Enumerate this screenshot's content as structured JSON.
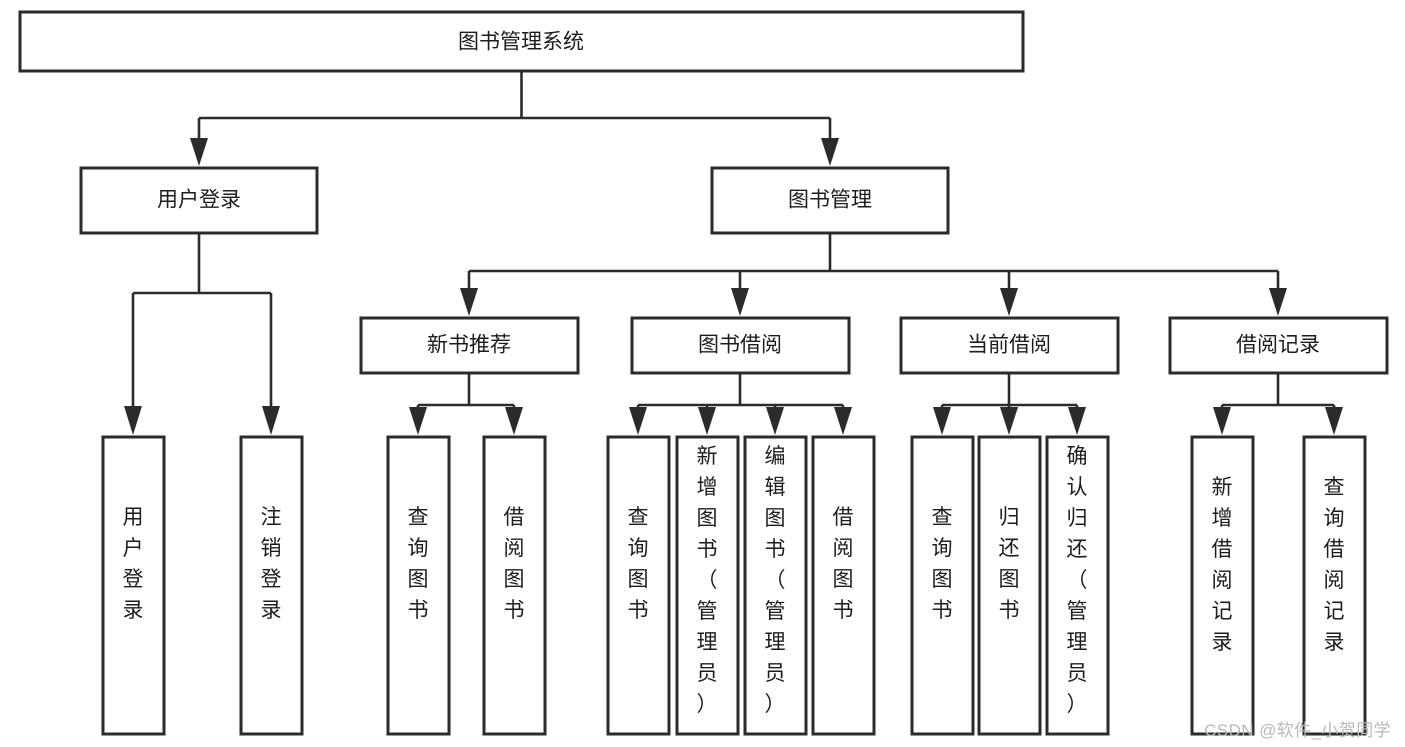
{
  "diagram": {
    "type": "tree",
    "title": "图书管理系统",
    "watermark": "CSDN @软件_小贺同学",
    "orientation": "top-down",
    "root": {
      "id": "root",
      "label": "图书管理系统",
      "level": 0
    },
    "level2": [
      {
        "id": "user-login",
        "label": "用户登录",
        "level": 1
      },
      {
        "id": "book-manage",
        "label": "图书管理",
        "level": 1
      }
    ],
    "level3": [
      {
        "id": "new-book-rec",
        "label": "新书推荐",
        "level": 2,
        "parent": "book-manage"
      },
      {
        "id": "book-borrow",
        "label": "图书借阅",
        "level": 2,
        "parent": "book-manage"
      },
      {
        "id": "current-borrow",
        "label": "当前借阅",
        "level": 2,
        "parent": "book-manage"
      },
      {
        "id": "borrow-record",
        "label": "借阅记录",
        "level": 2,
        "parent": "book-manage"
      }
    ],
    "leaves": [
      {
        "id": "leaf-user-login",
        "label": "用户登录",
        "parent": "user-login"
      },
      {
        "id": "leaf-user-logout",
        "label": "注销登录",
        "parent": "user-login"
      },
      {
        "id": "leaf-query-book-1",
        "label": "查询图书",
        "parent": "new-book-rec"
      },
      {
        "id": "leaf-borrow-book-1",
        "label": "借阅图书",
        "parent": "new-book-rec"
      },
      {
        "id": "leaf-query-book-2",
        "label": "查询图书",
        "parent": "book-borrow"
      },
      {
        "id": "leaf-add-book",
        "label": "新增图书（管理员）",
        "parent": "book-borrow"
      },
      {
        "id": "leaf-edit-book",
        "label": "编辑图书（管理员）",
        "parent": "book-borrow"
      },
      {
        "id": "leaf-borrow-book-2",
        "label": "借阅图书",
        "parent": "book-borrow"
      },
      {
        "id": "leaf-query-book-3",
        "label": "查询图书",
        "parent": "current-borrow"
      },
      {
        "id": "leaf-return-book",
        "label": "归还图书",
        "parent": "current-borrow"
      },
      {
        "id": "leaf-confirm-return",
        "label": "确认归还（管理员）",
        "parent": "current-borrow"
      },
      {
        "id": "leaf-add-record",
        "label": "新增借阅记录",
        "parent": "borrow-record"
      },
      {
        "id": "leaf-query-record",
        "label": "查询借阅记录",
        "parent": "borrow-record"
      }
    ],
    "colors": {
      "stroke": "#2b2b2b",
      "fill": "#ffffff",
      "text": "#1d1d1d",
      "watermark": "#b9b9b9"
    }
  }
}
